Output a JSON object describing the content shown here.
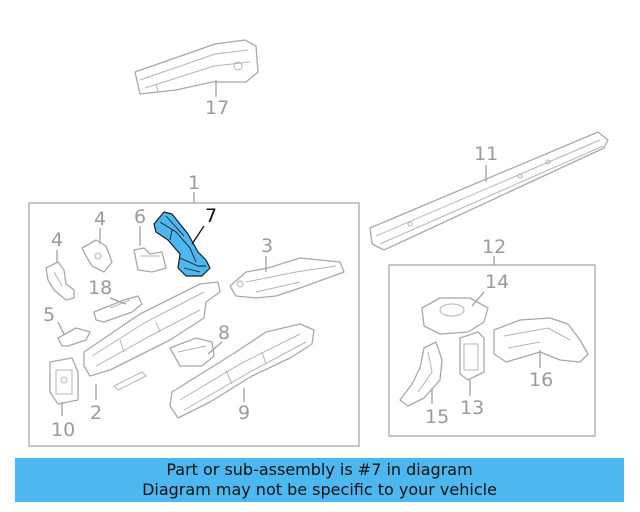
{
  "colors": {
    "highlight": "#4db8f0",
    "line": "#a8a8a8",
    "label": "#9a9a9a",
    "banner": "#4db8f0"
  },
  "labels": {
    "p1": "1",
    "p2": "2",
    "p3": "3",
    "p4a": "4",
    "p4b": "4",
    "p5": "5",
    "p6": "6",
    "p7": "7",
    "p8": "8",
    "p9": "9",
    "p10": "10",
    "p11": "11",
    "p12": "12",
    "p13": "13",
    "p14": "14",
    "p15": "15",
    "p16": "16",
    "p17": "17",
    "p18": "18"
  },
  "banner": {
    "line1": "Part or sub-assembly is #7 in diagram",
    "line2": "Diagram may not be specific to your vehicle"
  }
}
